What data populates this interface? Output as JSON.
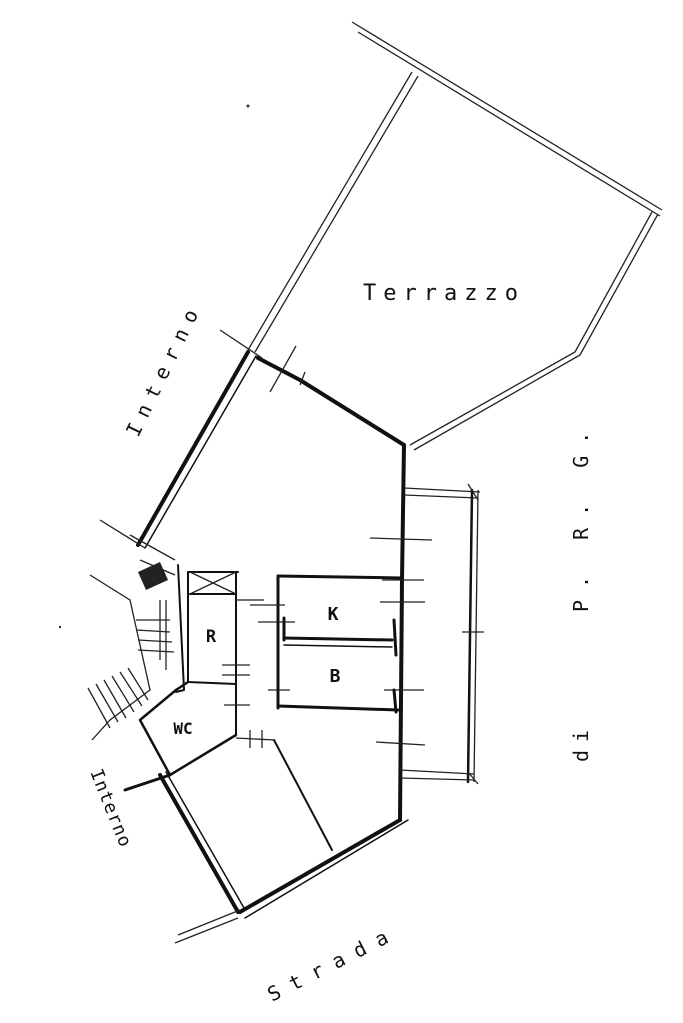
{
  "labels": {
    "terrazzo": "Terrazzo",
    "interno_top": "Interno",
    "interno_bottom": "Interno",
    "strada": "Strada",
    "prg": "P. R. G.",
    "di": "di",
    "room_k": "K",
    "room_b": "B",
    "room_r": "R",
    "room_wc": "WC"
  },
  "colors": {
    "line": "#111111",
    "background": "#ffffff"
  }
}
